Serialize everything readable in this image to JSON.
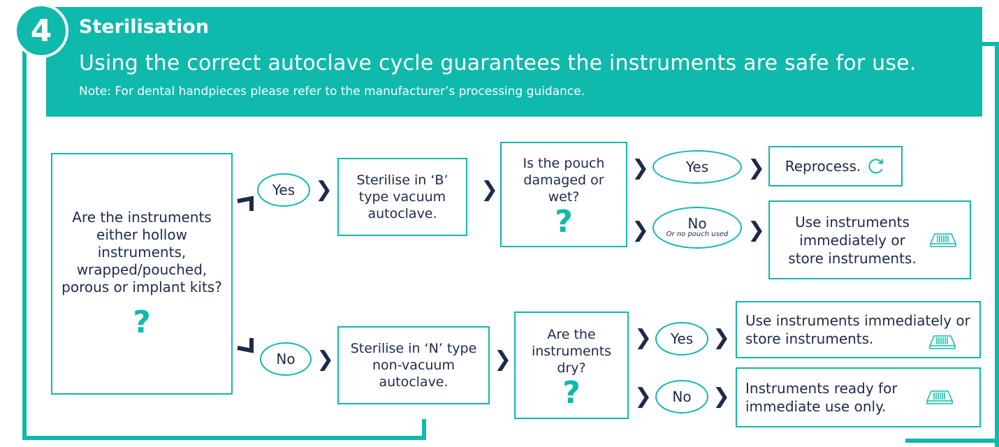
{
  "header": {
    "step_number": "4",
    "title": "Sterilisation",
    "subtitle": "Using the correct autoclave cycle guarantees the instruments are safe for use.",
    "note": "Note: For dental handpieces please refer to the manufacturer’s processing guidance."
  },
  "start": {
    "question": "Are the instruments either hollow instruments, wrapped/pouched, porous or implant kits?",
    "qmark": "?"
  },
  "branch_yes": {
    "answer": "Yes",
    "step": "Sterilise in ‘B’ type vacuum autoclave.",
    "question": "Is the pouch damaged or wet?",
    "qmark": "?",
    "yes_answer": "Yes",
    "yes_result": "Reprocess.",
    "no_answer": "No",
    "no_note": "Or no pouch used",
    "no_result": "Use instruments immediately or store instruments."
  },
  "branch_no": {
    "answer": "No",
    "step": "Sterilise in ‘N’ type non-vacuum autoclave.",
    "question": "Are the instruments dry?",
    "qmark": "?",
    "yes_answer": "Yes",
    "yes_result": "Use instruments immediately or store instruments.",
    "no_answer": "No",
    "no_result": "Instruments ready for immediate use only."
  },
  "icons": {
    "reprocess": "refresh-icon",
    "tray": "instrument-tray-icon",
    "chevron": "chevron-right-icon"
  },
  "colors": {
    "accent": "#0fb9ac",
    "text": "#1e2a4a"
  }
}
